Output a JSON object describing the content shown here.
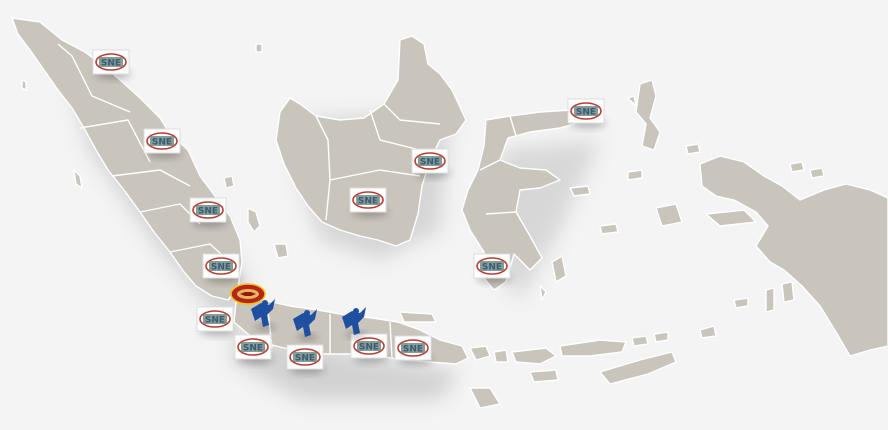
{
  "map": {
    "land_color": "#c9c5bc",
    "border_color": "#ffffff",
    "sea_color": "#f4f4f4",
    "shadow_color": "#bdbdbd"
  },
  "markers": [
    {
      "id": "m1",
      "kind": "logo",
      "icon": "company-logo-icon",
      "label": "SNE"
    },
    {
      "id": "m2",
      "kind": "logo",
      "icon": "company-logo-icon",
      "label": "SNE"
    },
    {
      "id": "m3",
      "kind": "logo",
      "icon": "company-logo-icon",
      "label": "SNE"
    },
    {
      "id": "m4",
      "kind": "logo",
      "icon": "company-logo-icon",
      "label": "SNE"
    },
    {
      "id": "m5",
      "kind": "logo",
      "icon": "company-logo-icon",
      "label": "SNE"
    },
    {
      "id": "m6",
      "kind": "logo",
      "icon": "company-logo-icon",
      "label": "SNE"
    },
    {
      "id": "m7",
      "kind": "logo",
      "icon": "company-logo-icon",
      "label": "SNE"
    },
    {
      "id": "m8",
      "kind": "logo",
      "icon": "company-logo-icon",
      "label": "SNE"
    },
    {
      "id": "m9",
      "kind": "logo",
      "icon": "company-logo-icon",
      "label": "SNE"
    },
    {
      "id": "m10",
      "kind": "logo",
      "icon": "company-logo-icon",
      "label": "SNE"
    },
    {
      "id": "m11",
      "kind": "logo",
      "icon": "company-logo-icon",
      "label": "SNE"
    },
    {
      "id": "m12",
      "kind": "logo",
      "icon": "company-logo-icon",
      "label": "SNE"
    },
    {
      "id": "m13",
      "kind": "logo",
      "icon": "company-logo-icon",
      "label": "SNE"
    },
    {
      "id": "m14",
      "kind": "badge",
      "icon": "red-oval-badge-icon",
      "label": ""
    },
    {
      "id": "m15",
      "kind": "figure",
      "icon": "blue-figure-icon",
      "label": ""
    },
    {
      "id": "m16",
      "kind": "figure",
      "icon": "blue-figure-icon",
      "label": ""
    },
    {
      "id": "m17",
      "kind": "figure",
      "icon": "blue-figure-icon",
      "label": ""
    }
  ]
}
